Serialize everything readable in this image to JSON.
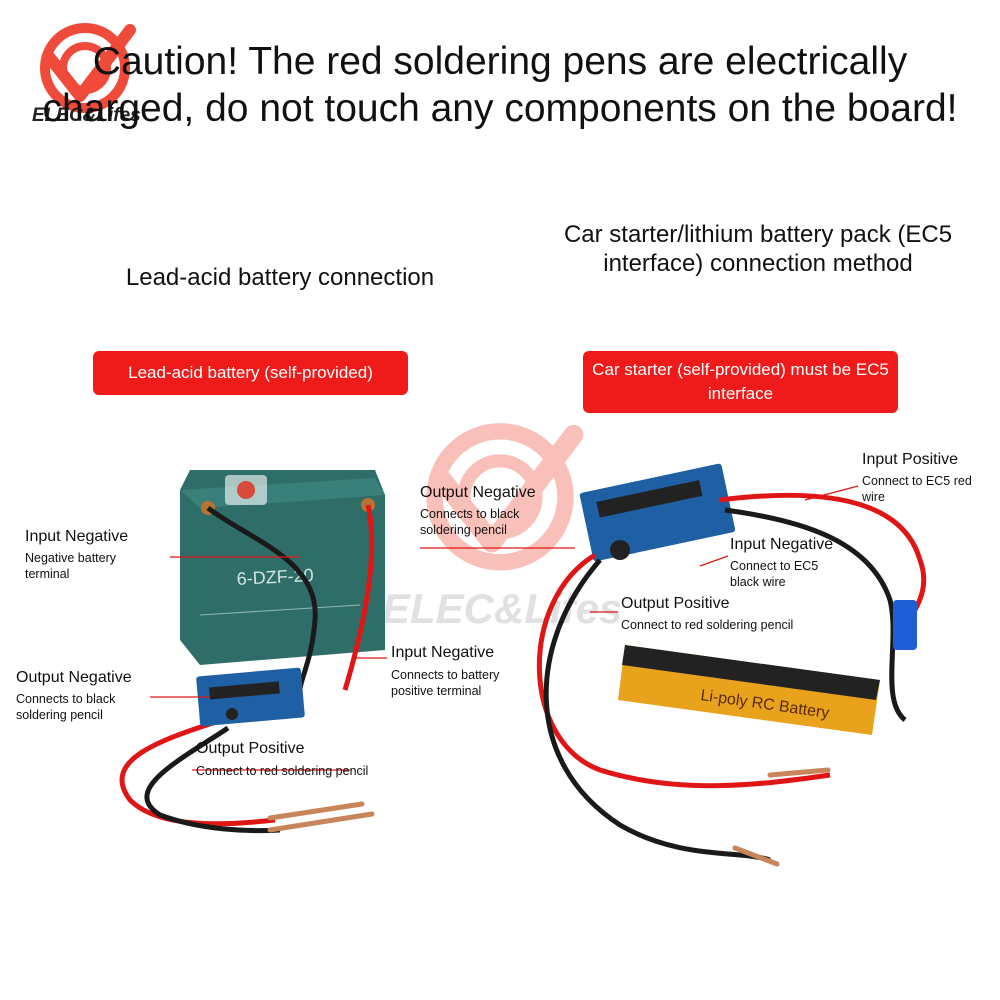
{
  "caution": "Caution! The red soldering pens are electrically charged, do not touch any components on the board!",
  "brand": {
    "watermark": "ELEC&Lifes",
    "accent": "#ef4a3a"
  },
  "left_section": {
    "heading": "Lead-acid battery connection",
    "red_box": "Lead-acid battery (self-provided)",
    "battery_label": "6-DZF-20",
    "labels": [
      {
        "title": "Input Negative",
        "desc": "Negative battery terminal"
      },
      {
        "title": "Input Negative",
        "desc": "Connects to battery positive terminal"
      },
      {
        "title": "Output Negative",
        "desc": "Connects to black soldering pencil"
      },
      {
        "title": "Output Positive",
        "desc": "Connect to red soldering pencil"
      }
    ]
  },
  "right_section": {
    "heading": "Car starter/lithium battery pack (EC5 interface) connection method",
    "red_box": "Car starter (self-provided) must be EC5 interface",
    "battery_label": "Li-poly RC Battery",
    "labels": [
      {
        "title": "Input Positive",
        "desc": "Connect to EC5 red wire"
      },
      {
        "title": "Output Negative",
        "desc": "Connects to black soldering pencil"
      },
      {
        "title": "Input Negative",
        "desc": "Connect to EC5 black wire"
      },
      {
        "title": "Output Positive",
        "desc": "Connect to red soldering pencil"
      }
    ]
  },
  "colors": {
    "red_box": "#ef1a1a",
    "battery_green": "#2f6e68",
    "pcb_blue": "#1f5fa3",
    "wire_red": "#e01616",
    "wire_black": "#1a1a1a",
    "pencil_copper": "#c8855a"
  }
}
